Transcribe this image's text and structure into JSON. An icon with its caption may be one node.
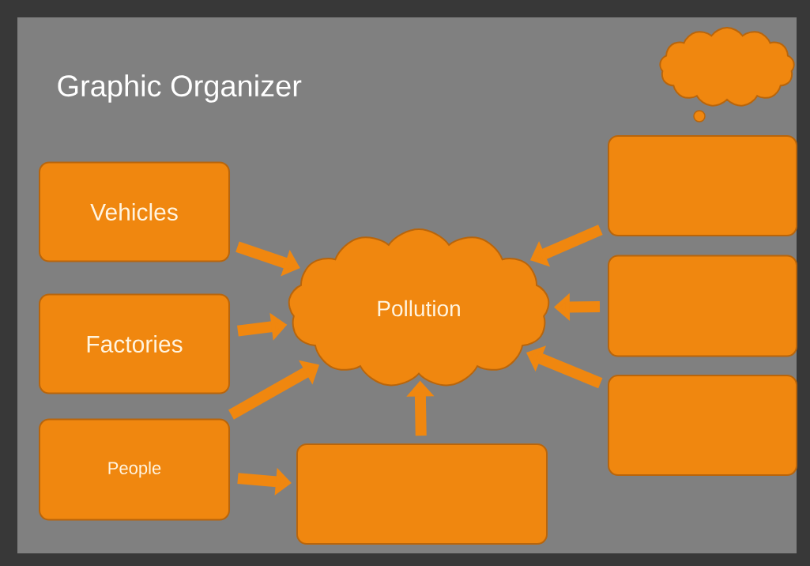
{
  "diagram": {
    "title": "Graphic Organizer",
    "nodes": [
      {
        "text": [
          "Vehicles"
        ]
      },
      {
        "text": [
          "Factories"
        ]
      },
      {
        "text": [
          "People"
        ]
      },
      {
        "text": [
          "Pollution"
        ]
      },
      {
        "text": [],
        "shape": "box"
      },
      {
        "text": [],
        "shape": "box"
      },
      {
        "text": [],
        "shape": "box"
      },
      {
        "text": [],
        "shape": "box"
      },
      {
        "text": [],
        "shape": "cloud"
      }
    ],
    "edges": [
      {
        "from": 0,
        "to": 3,
        "arrow": "to"
      },
      {
        "from": 1,
        "to": 3,
        "arrow": "to"
      },
      {
        "from": 2,
        "to": 3,
        "arrow": "to"
      },
      {
        "from": 2,
        "to": 4,
        "arrow": "to"
      },
      {
        "from": 4,
        "to": 3,
        "arrow": "to"
      },
      {
        "from": 5,
        "to": 3,
        "arrow": "to"
      },
      {
        "from": 6,
        "to": 3,
        "arrow": "to"
      },
      {
        "from": 7,
        "to": 3,
        "arrow": "to"
      }
    ]
  }
}
